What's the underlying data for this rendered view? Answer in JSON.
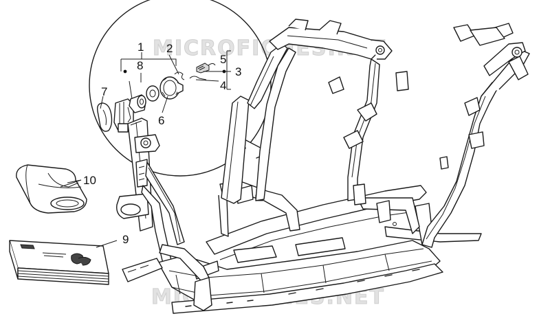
{
  "watermark": "MICROFICHES.NET",
  "callouts": {
    "p1": "1",
    "p2": "2",
    "p3": "3",
    "p4": "4",
    "p5": "5",
    "p6": "6",
    "p7": "7",
    "p8": "8",
    "p9": "9",
    "p10": "10"
  },
  "colors": {
    "line": "#1a1a1a",
    "background": "#ffffff",
    "watermark": "#e2e2e2"
  }
}
